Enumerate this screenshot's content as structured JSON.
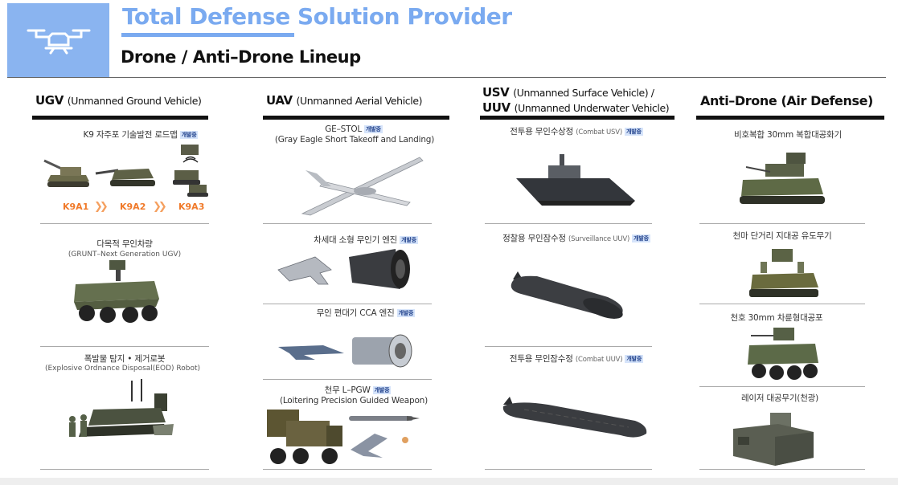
{
  "header": {
    "title": "Total Defense Solution Provider",
    "subtitle": "Drone / Anti–Drone Lineup",
    "logo_icon": "drone-icon"
  },
  "badge_text": "개발중",
  "columns": {
    "ugv": {
      "title": "UGV",
      "title_sub": "(Unmanned Ground Vehicle)",
      "items": [
        {
          "label": "K9 자주포 기술발전 로드맵",
          "steps": [
            "K9A1",
            "K9A2",
            "K9A3"
          ]
        },
        {
          "label": "다목적 무인차량",
          "sub": "(GRUNT–Next Generation UGV)"
        },
        {
          "label": "폭발물 탐지 • 제거로봇",
          "sub": "(Explosive Ordnance Disposal(EOD) Robot)"
        }
      ]
    },
    "uav": {
      "title": "UAV",
      "title_sub": "(Unmanned Aerial Vehicle)",
      "items": [
        {
          "label": "GE–STOL",
          "sub": "(Gray Eagle Short Takeoff and Landing)"
        },
        {
          "label": "차세대 소형 무인기 엔진"
        },
        {
          "label": "무인 편대기 CCA 엔진"
        },
        {
          "label": "천무 L–PGW",
          "sub": "(Loitering Precision Guided Weapon)"
        }
      ]
    },
    "usv": {
      "title_line1": "USV",
      "title_line1_sub": "(Unmanned Surface Vehicle) /",
      "title_line2": "UUV",
      "title_line2_sub": "(Unmanned Underwater Vehicle)",
      "items": [
        {
          "label": "전투용 무인수상정",
          "en": "(Combat USV)"
        },
        {
          "label": "정찰용 무인잠수정",
          "en": "(Surveillance UUV)"
        },
        {
          "label": "전투용 무인잠수정",
          "en": "(Combat UUV)"
        }
      ]
    },
    "antidrone": {
      "title": "Anti–Drone (Air Defense)",
      "items": [
        {
          "label": "비호복합 30mm 복합대공화기"
        },
        {
          "label": "천마 단거리 지대공 유도무기"
        },
        {
          "label": "천호 30mm 차륜형대공포"
        },
        {
          "label": "레이저 대공무기(천광)"
        }
      ]
    }
  },
  "colors": {
    "accent": "#7aaaf0",
    "logo_bg": "#8ab4f0",
    "k9_orange": "#f07a2a",
    "badge_bg": "#d6e4fa",
    "badge_text": "#1e3f8a"
  }
}
